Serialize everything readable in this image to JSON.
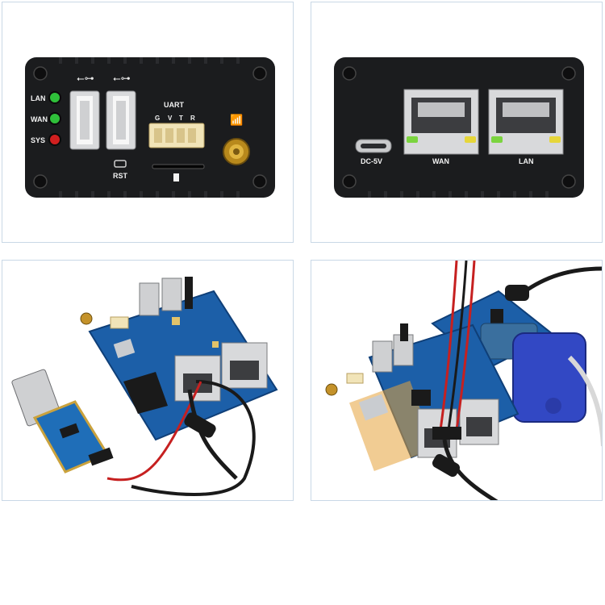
{
  "front_panel": {
    "led_labels": [
      "LAN",
      "WAN",
      "SYS"
    ],
    "uart_label": "UART",
    "uart_pins": [
      "G",
      "V",
      "T",
      "R"
    ],
    "reset_label": "RST",
    "colors": {
      "case": "#1b1c1e",
      "led_green": "#2fbf3a",
      "led_red": "#d11f1f",
      "header": "#f1e4b8"
    }
  },
  "rear_panel": {
    "power_label": "DC-5V",
    "wan_label": "WAN",
    "lan_label": "LAN"
  }
}
